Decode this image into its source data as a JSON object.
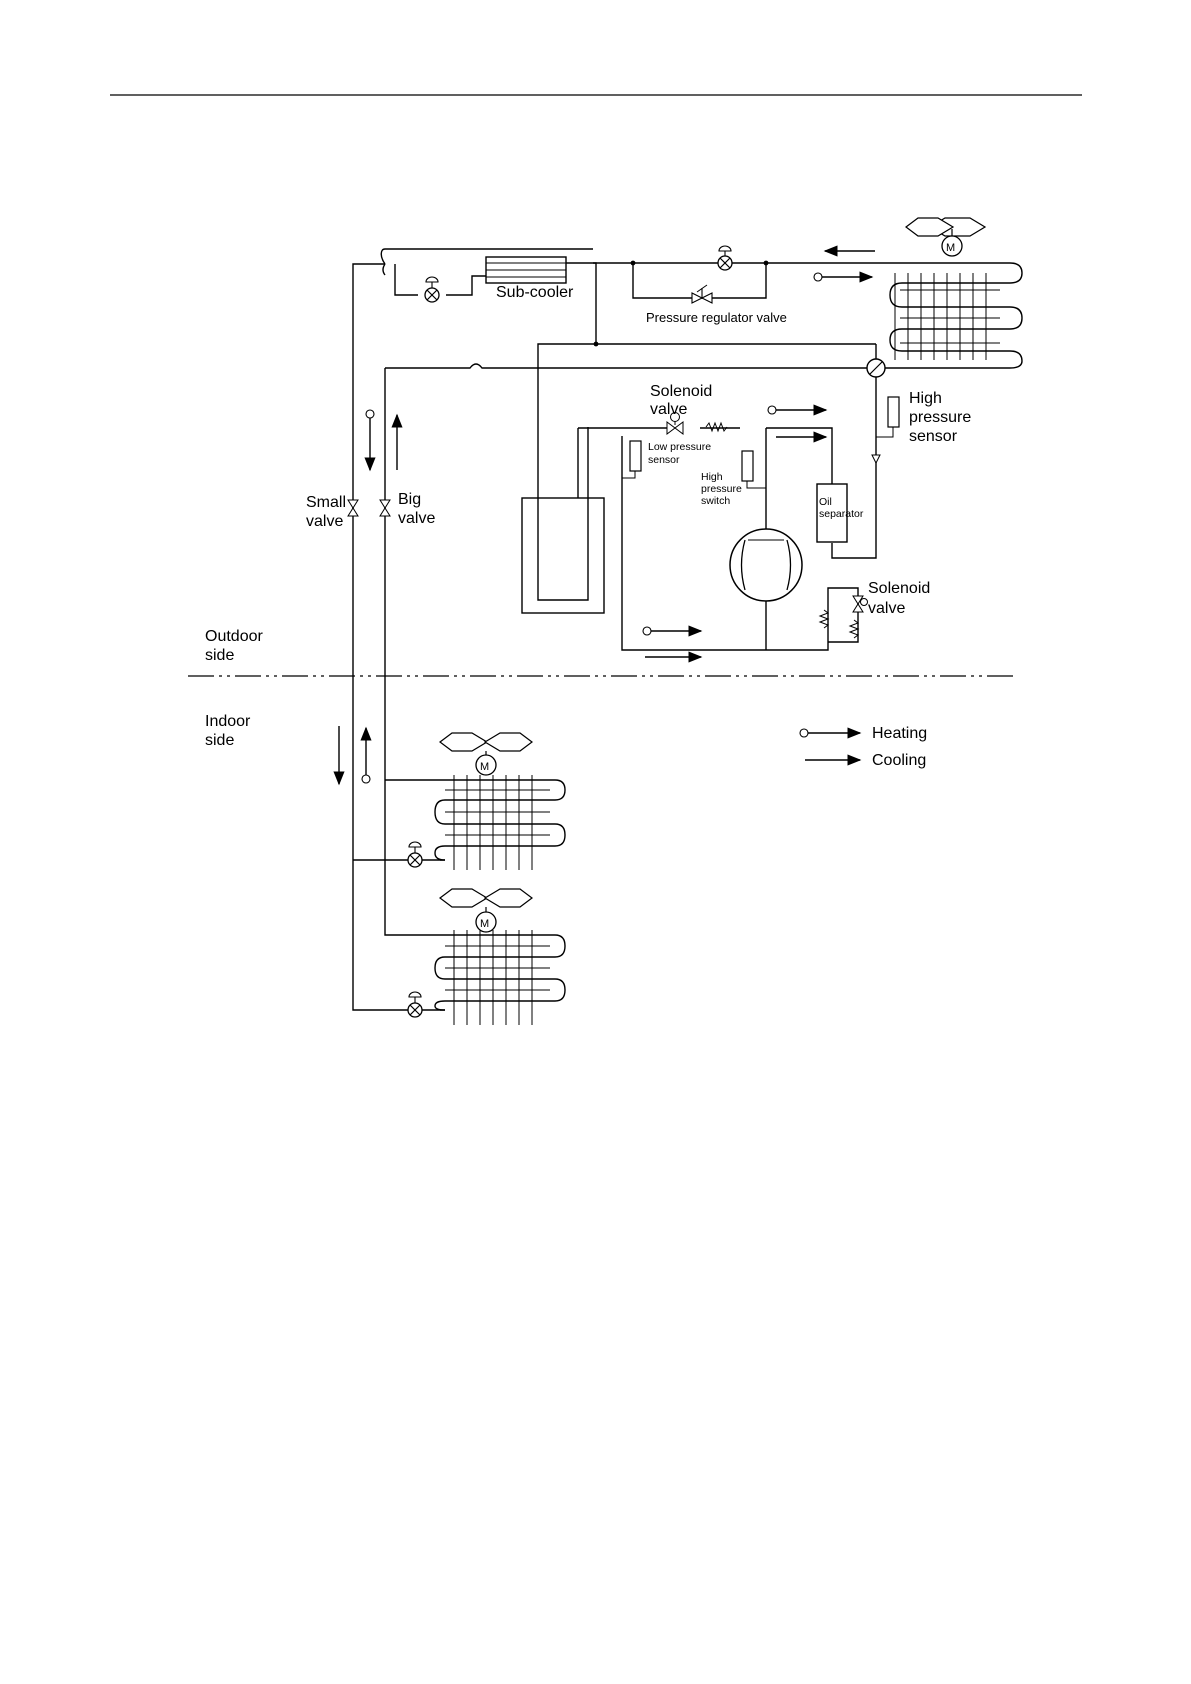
{
  "labels": {
    "sub_cooler": "Sub-cooler",
    "pressure_regulator_valve": "Pressure regulator valve",
    "solenoid_valve_top": [
      "Solenoid",
      "valve"
    ],
    "high_pressure_sensor": [
      "High",
      "pressure",
      "sensor"
    ],
    "low_pressure_sensor": [
      "Low pressure",
      "sensor"
    ],
    "high_pressure_switch": [
      "High",
      "pressure",
      "switch"
    ],
    "oil_separator": [
      "Oil",
      "separator"
    ],
    "solenoid_valve_bottom": [
      "Solenoid",
      "valve"
    ],
    "small_valve": [
      "Small",
      "valve"
    ],
    "big_valve": [
      "Big",
      "valve"
    ],
    "outdoor_side": [
      "Outdoor",
      "side"
    ],
    "indoor_side": [
      "Indoor",
      "side"
    ],
    "motor_letter": "M"
  },
  "legend": {
    "heating": "Heating",
    "cooling": "Cooling"
  }
}
